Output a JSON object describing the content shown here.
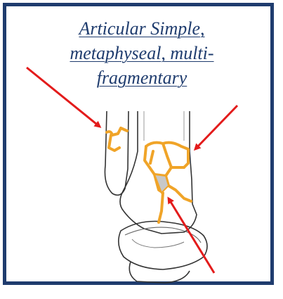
{
  "title": {
    "line1": "Articular Simple,",
    "line2": "metaphyseal, multi-",
    "line3": "fragmentary"
  },
  "colors": {
    "frame": "#1f3c6e",
    "title": "#1f3c6e",
    "fracture": "#f0a428",
    "arrow": "#e31b1b",
    "bone_outline": "#333333"
  },
  "arrows": [
    {
      "name": "arrow-upper-left"
    },
    {
      "name": "arrow-upper-right"
    },
    {
      "name": "arrow-lower"
    }
  ]
}
